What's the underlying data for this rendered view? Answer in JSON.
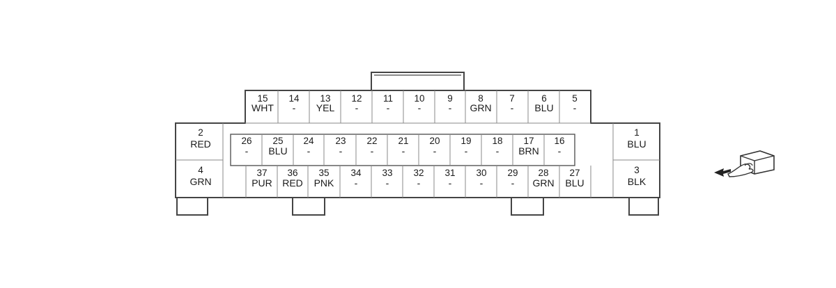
{
  "connector": {
    "pins": [
      {
        "num": "15",
        "wire": "WHT"
      },
      {
        "num": "14",
        "wire": "-"
      },
      {
        "num": "13",
        "wire": "YEL"
      },
      {
        "num": "12",
        "wire": "-"
      },
      {
        "num": "11",
        "wire": "-"
      },
      {
        "num": "10",
        "wire": "-"
      },
      {
        "num": "9",
        "wire": "-"
      },
      {
        "num": "8",
        "wire": "GRN"
      },
      {
        "num": "7",
        "wire": "-"
      },
      {
        "num": "6",
        "wire": "BLU"
      },
      {
        "num": "5",
        "wire": "-"
      },
      {
        "num": "26",
        "wire": "-"
      },
      {
        "num": "25",
        "wire": "BLU"
      },
      {
        "num": "24",
        "wire": "-"
      },
      {
        "num": "23",
        "wire": "-"
      },
      {
        "num": "22",
        "wire": "-"
      },
      {
        "num": "21",
        "wire": "-"
      },
      {
        "num": "20",
        "wire": "-"
      },
      {
        "num": "19",
        "wire": "-"
      },
      {
        "num": "18",
        "wire": "-"
      },
      {
        "num": "17",
        "wire": "BRN"
      },
      {
        "num": "16",
        "wire": "-"
      },
      {
        "num": "37",
        "wire": "PUR"
      },
      {
        "num": "36",
        "wire": "RED"
      },
      {
        "num": "35",
        "wire": "PNK"
      },
      {
        "num": "34",
        "wire": "-"
      },
      {
        "num": "33",
        "wire": "-"
      },
      {
        "num": "32",
        "wire": "-"
      },
      {
        "num": "31",
        "wire": "-"
      },
      {
        "num": "30",
        "wire": "-"
      },
      {
        "num": "29",
        "wire": "-"
      },
      {
        "num": "28",
        "wire": "GRN"
      },
      {
        "num": "27",
        "wire": "BLU"
      },
      {
        "num": "2",
        "wire": "RED"
      },
      {
        "num": "4",
        "wire": "GRN"
      },
      {
        "num": "1",
        "wire": "BLU"
      },
      {
        "num": "3",
        "wire": "BLK"
      }
    ]
  },
  "icons": {
    "view": "terminal-side-view-icon"
  },
  "colors": {
    "line": "#444444",
    "cell_line": "#8a8a8a",
    "text": "#1a1a1a"
  }
}
